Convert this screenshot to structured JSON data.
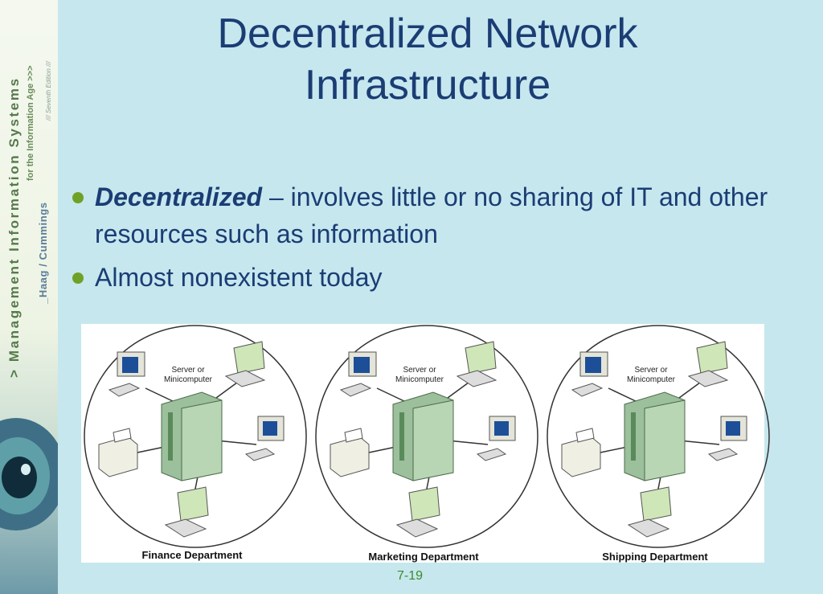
{
  "slide": {
    "title_line1": "Decentralized Network",
    "title_line2": "Infrastructure",
    "bullets": [
      {
        "term": "Decentralized",
        "text": " – involves little or no sharing of IT and other resources such as information"
      },
      {
        "term": "",
        "text": "Almost nonexistent today"
      }
    ],
    "page_number": "7-19"
  },
  "sidebar": {
    "book_title": "> Management Information Systems",
    "subtitle": "for the Information Age >>>",
    "authors": "_Haag / Cummings",
    "edition": "/// Seventh Edition ///"
  },
  "diagram": {
    "server_label_1": "Server or",
    "server_label_2": "Minicomputer",
    "departments": [
      "Finance Department",
      "Marketing Department",
      "Shipping Department"
    ]
  },
  "colors": {
    "background": "#c6e7ee",
    "title": "#1b3d74",
    "bullet": "#6fa127",
    "page_number": "#3b8a2a"
  }
}
